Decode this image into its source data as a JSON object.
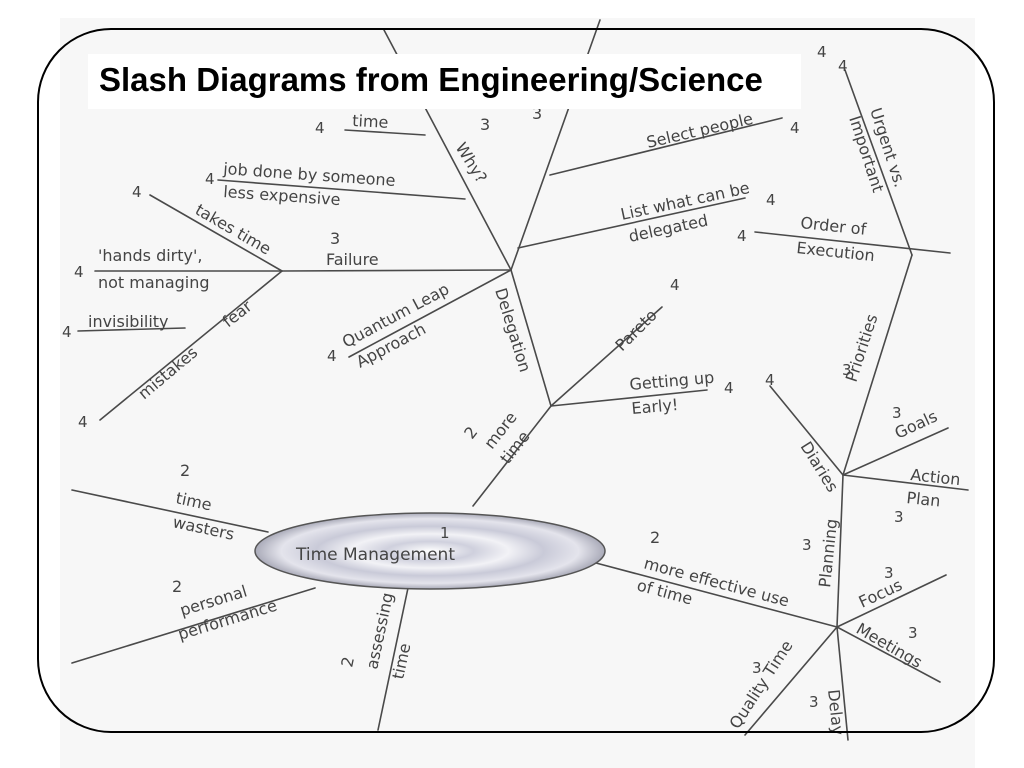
{
  "title": "Slash Diagrams from Engineering/Science",
  "center": {
    "num": "1",
    "label": "Time Management"
  },
  "labels": {
    "two_time_wasters": "2",
    "time_wasters_1": "time",
    "time_wasters_2": "wasters",
    "two_personal": "2",
    "personal": "personal",
    "performance": "performance",
    "two_assessing": "2",
    "assessing": "assessing",
    "assessing_time": "time",
    "two_more_time": "2",
    "more": "more",
    "more_time": "time",
    "two_effective": "2",
    "more_effective": "more effective use",
    "of_time": "of time",
    "delegation": "Delegation",
    "why": "Why?",
    "three_why": "3",
    "time_leaf": "time",
    "four_time": "4",
    "job_done": "job done by someone",
    "less_expensive": "less expensive",
    "four_job": "4",
    "three_failure": "3",
    "failure": "Failure",
    "takes_time": "takes time",
    "four_takes": "4",
    "hands_dirty": "'hands dirty',",
    "not_managing": "not managing",
    "four_hands": "4",
    "fear": "fear",
    "invisibility": "invisibility",
    "four_invis": "4",
    "mistakes": "mistakes",
    "four_mistakes": "4",
    "quantum_leap": "Quantum Leap",
    "approach": "Approach",
    "four_quantum": "4",
    "select_people": "Select people",
    "four_select": "4",
    "list_what": "List what can be",
    "delegated": "delegated",
    "four_list": "4",
    "three_top": "3",
    "pareto": "Pareto",
    "four_pareto": "4",
    "getting_up": "Getting up",
    "early": "Early!",
    "four_getting": "4",
    "urgent": "Urgent vs.",
    "important": "Important",
    "four_urgent": "4",
    "four_urgent_b": "4",
    "order_of": "Order of",
    "execution": "Execution",
    "four_order": "4",
    "priorities": "Priorities",
    "three_priorities": "3",
    "goals": "Goals",
    "three_goals": "3",
    "action": "Action",
    "plan": "Plan",
    "three_action": "3",
    "diaries": "Diaries",
    "four_diaries": "4",
    "planning": "Planning",
    "three_planning": "3",
    "focus": "Focus",
    "three_focus": "3",
    "meetings": "Meetings",
    "three_meetings": "3",
    "quality_time": "Quality Time",
    "three_quality": "3",
    "delay": "Delay",
    "three_delay": "3"
  }
}
